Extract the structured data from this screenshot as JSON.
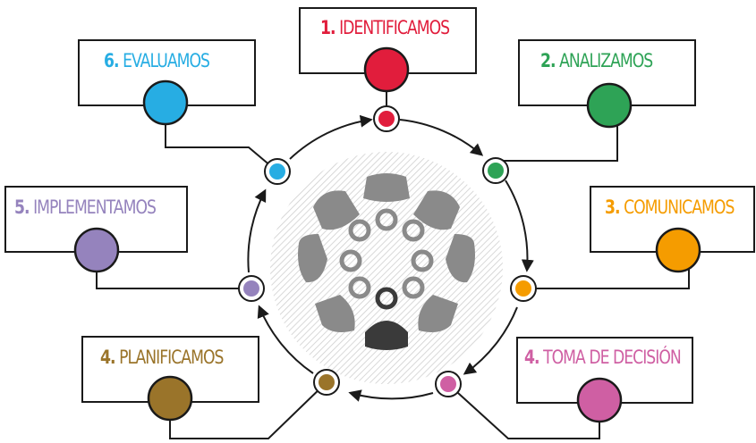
{
  "steps": [
    {
      "num": "1.",
      "label": "IDENTIFICAMOS",
      "color": "#e11d3c"
    },
    {
      "num": "2.",
      "label": "ANALIZAMOS",
      "color": "#2ea356"
    },
    {
      "num": "3.",
      "label": "COMUNICAMOS",
      "color": "#f59c00"
    },
    {
      "num": "4.",
      "label": "TOMA DE DECISIÓN",
      "color": "#cf5fa3"
    },
    {
      "num": "4.",
      "label": "PLANIFICAMOS",
      "color": "#9a742a"
    },
    {
      "num": "5.",
      "label": "IMPLEMENTAMOS",
      "color": "#9583bd"
    },
    {
      "num": "6.",
      "label": "EVALUAMOS",
      "color": "#27ade3"
    }
  ],
  "center_icon": "meeting-table-icon",
  "colors": {
    "line": "#1a1a1a",
    "seat": "#8a8a8a",
    "leader": "#3a3a3a",
    "hatch": "#d9d9d9"
  }
}
